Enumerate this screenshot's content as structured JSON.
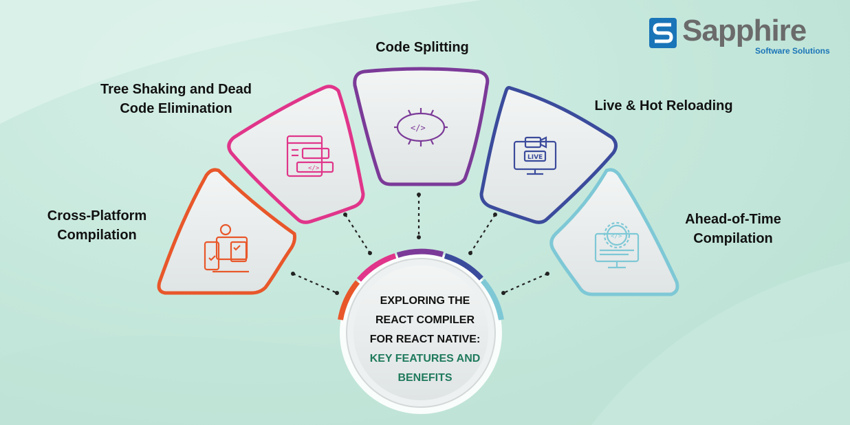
{
  "brand": {
    "name": "Sapphire",
    "tagline": "Software Solutions",
    "colors": {
      "text": "#6b6b6b",
      "accent": "#1a74b8"
    }
  },
  "center": {
    "lines_dark": [
      "EXPLORING THE",
      "REACT COMPILER",
      "FOR REACT NATIVE:"
    ],
    "lines_green": [
      "KEY FEATURES AND",
      "BENEFITS"
    ],
    "colors": {
      "dark": "#111111",
      "green": "#1f7a5c"
    }
  },
  "features": [
    {
      "label_lines": [
        "Cross-Platform",
        "Compilation"
      ],
      "icon": "cross-platform-devices-icon",
      "color": "#e8572a"
    },
    {
      "label_lines": [
        "Tree Shaking and Dead",
        "Code Elimination"
      ],
      "icon": "code-window-icon",
      "color": "#e0358a"
    },
    {
      "label_lines": [
        "Code Splitting"
      ],
      "icon": "code-bug-icon",
      "color": "#7b3a98"
    },
    {
      "label_lines": [
        "Live & Hot Reloading"
      ],
      "icon": "live-monitor-icon",
      "color": "#3b4b9c"
    },
    {
      "label_lines": [
        "Ahead-of-Time",
        "Compilation"
      ],
      "icon": "gear-monitor-icon",
      "color": "#7ec8d6"
    }
  ]
}
